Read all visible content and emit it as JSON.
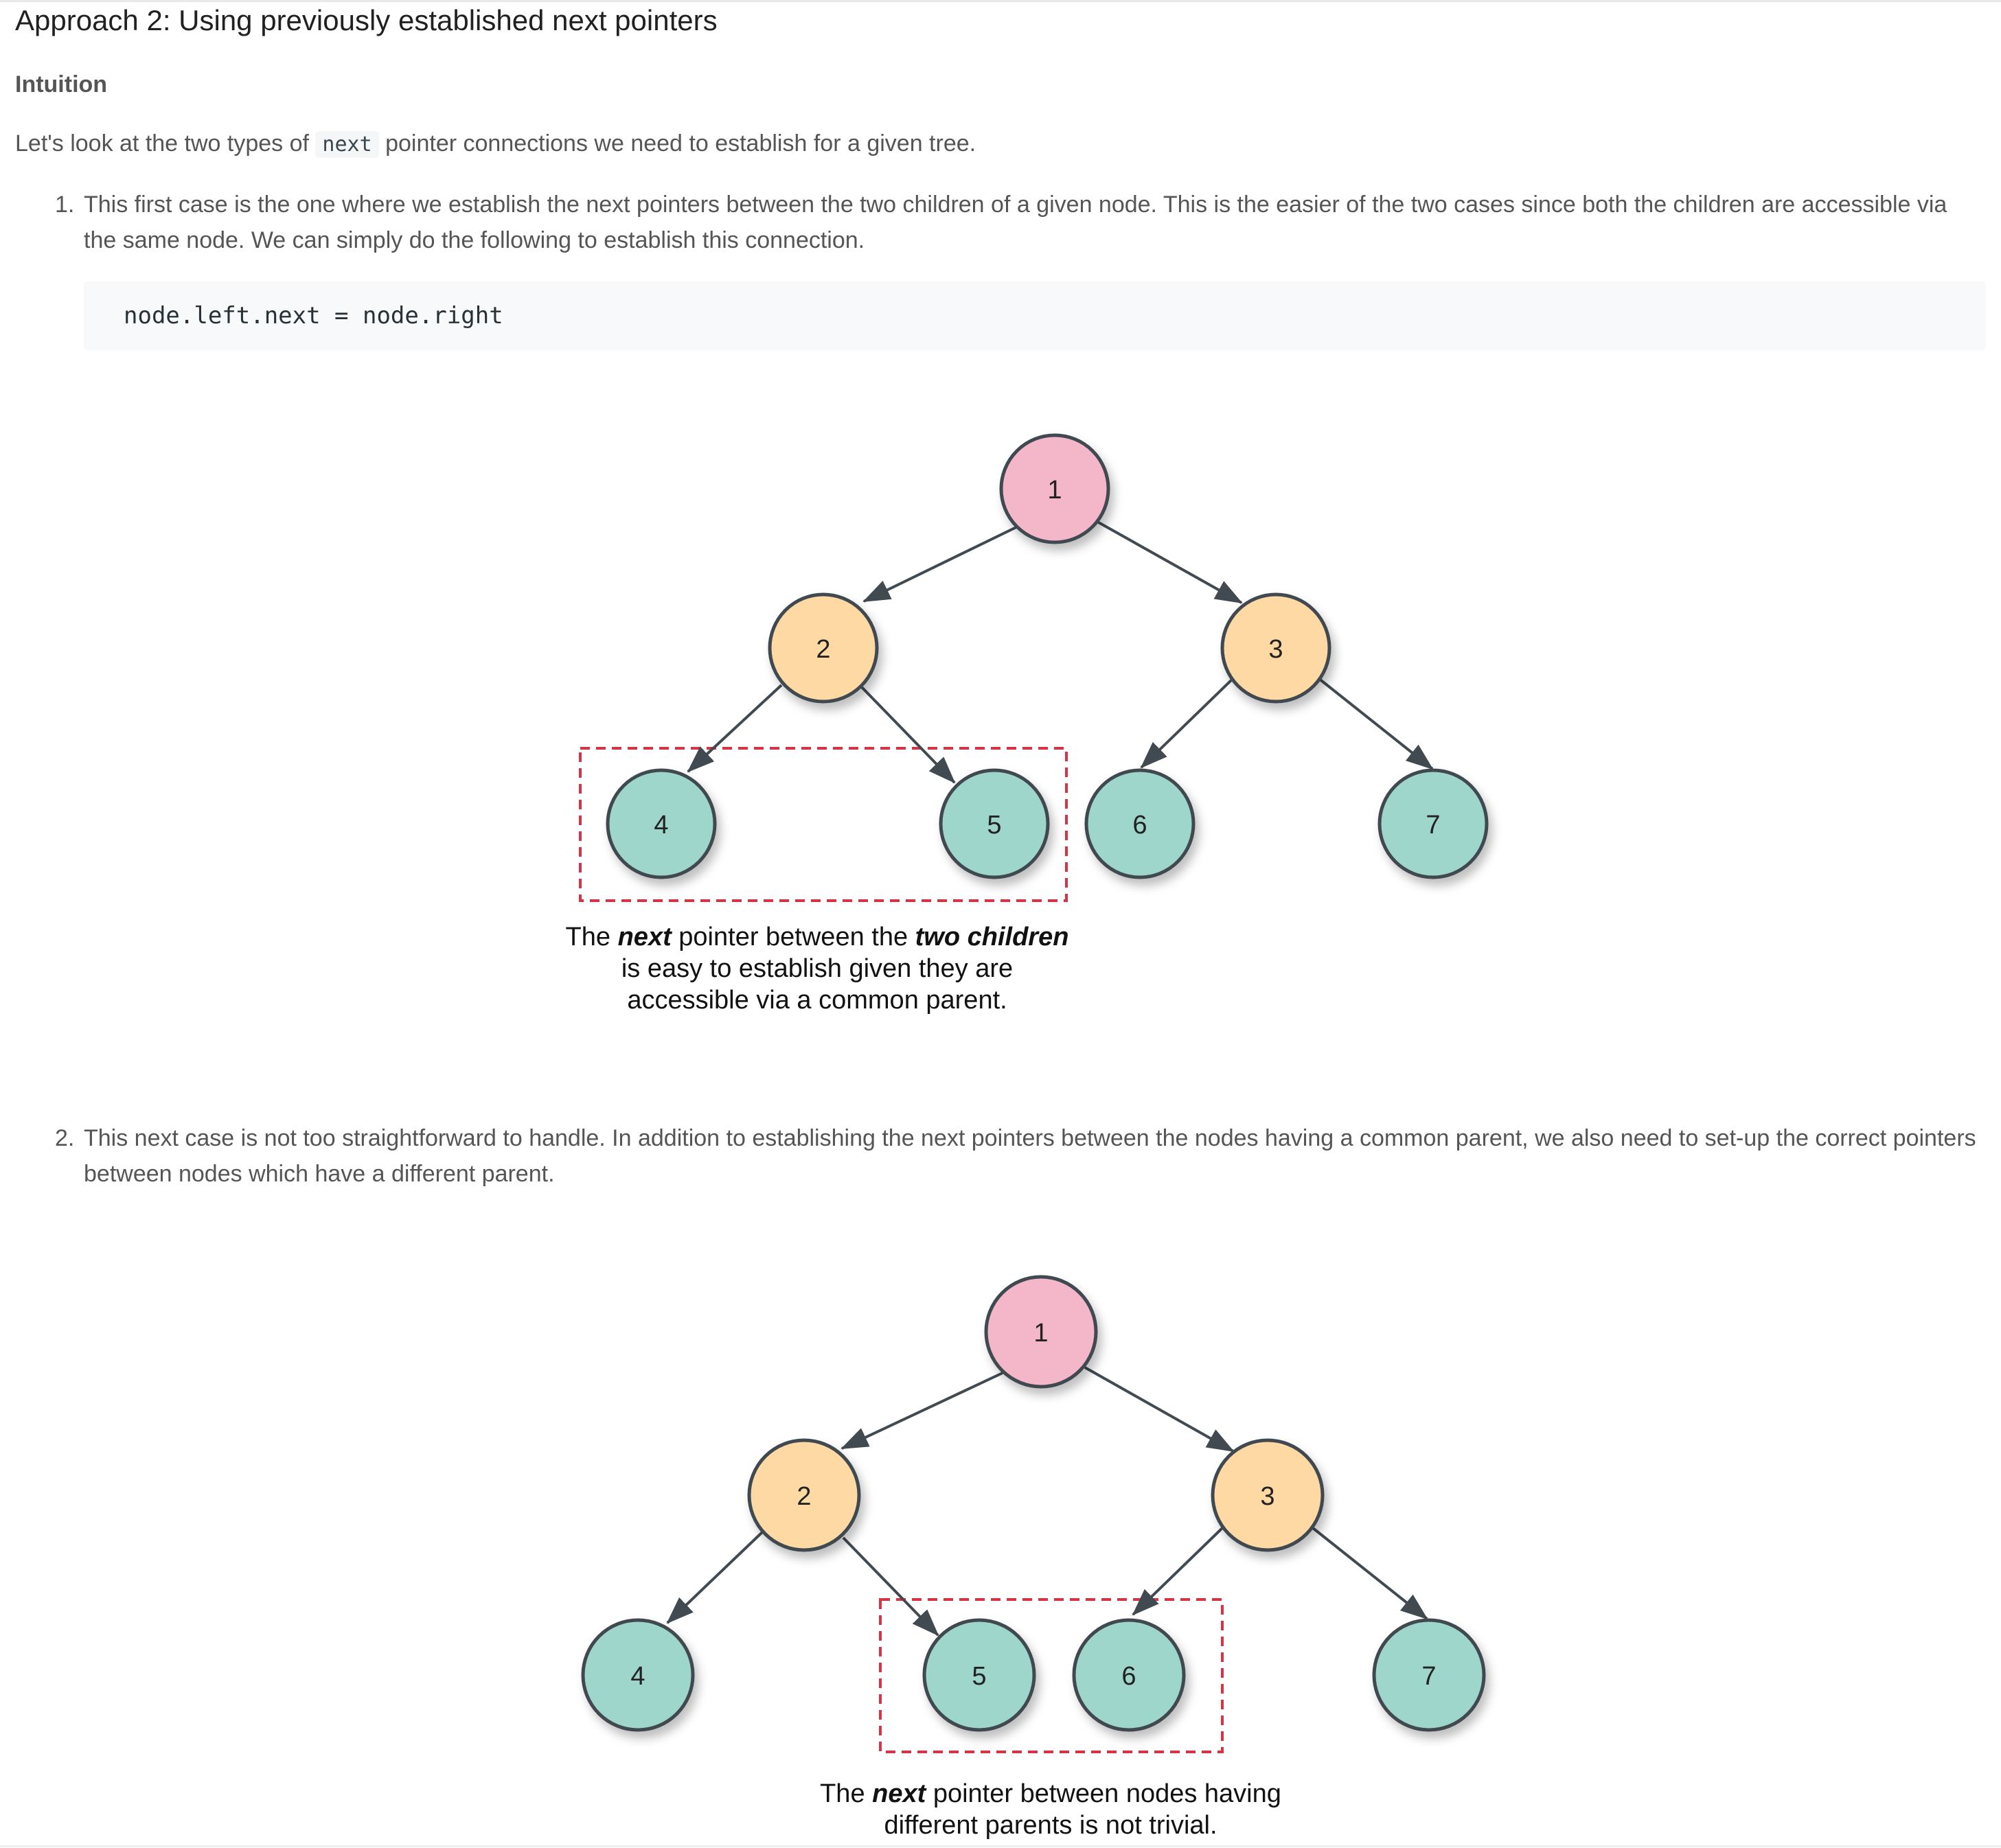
{
  "heading": "Approach 2: Using previously established next pointers",
  "subheading": "Intuition",
  "intro": {
    "before": "Let's look at the two types of ",
    "code": "next",
    "after": " pointer connections we need to establish for a given tree."
  },
  "items": [
    {
      "number": "1.",
      "text": "This first case is the one where we establish the next pointers between the two children of a given node. This is the easier of the two cases since both the children are accessible via the same node. We can simply do the following to establish this connection."
    },
    {
      "number": "2.",
      "text": "This next case is not too straightforward to handle. In addition to establishing the next pointers between the nodes having a common parent, we also need to set-up the correct pointers between nodes which have a different parent."
    }
  ],
  "code_snippet": "node.left.next = node.right",
  "diagram1": {
    "nodes": [
      "1",
      "2",
      "3",
      "4",
      "5",
      "6",
      "7"
    ],
    "caption": {
      "p1": "The ",
      "b1": "next",
      "p2": " pointer between the ",
      "b2": "two children",
      "p3": " is easy to establish given they are accessible via a common parent."
    }
  },
  "diagram2": {
    "nodes": [
      "1",
      "2",
      "3",
      "4",
      "5",
      "6",
      "7"
    ],
    "caption": {
      "p1": "The ",
      "b1": "next",
      "p2": " pointer between nodes having different parents is not trivial."
    }
  },
  "colors": {
    "root": "#f4b6c9",
    "level2": "#ffd9a3",
    "leaf": "#9ed6cc",
    "outline": "#404a50",
    "dashed_box": "#d63344"
  }
}
